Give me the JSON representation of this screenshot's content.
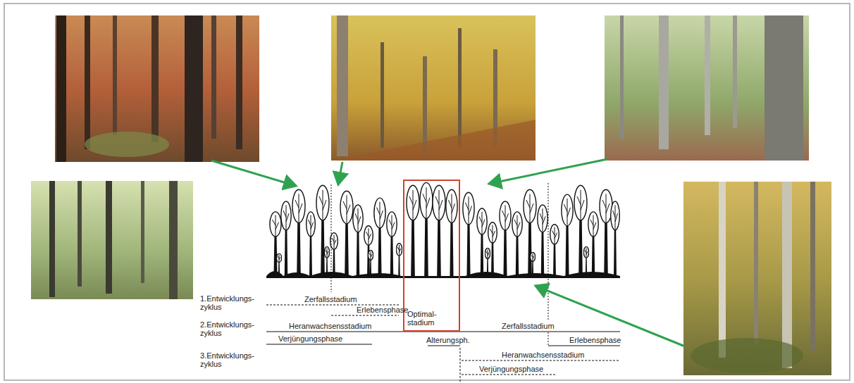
{
  "diagram": {
    "nodes": [
      {
        "text": [
          "Optimal- stadium"
        ]
      }
    ],
    "labels": [
      "1.Entwicklungs- zyklus",
      "Zerfallsstadium",
      "Erlebensphase",
      "2.Entwicklungs- zyklus",
      "Heranwachsensstadium",
      "Zerfallsstadium",
      "Verjüngungsphase",
      "Alterungsph.",
      "Erlebensphase",
      "3.Entwicklungs- zyklus",
      "Heranwachsensstadium",
      "Verjüngungsphase"
    ]
  }
}
